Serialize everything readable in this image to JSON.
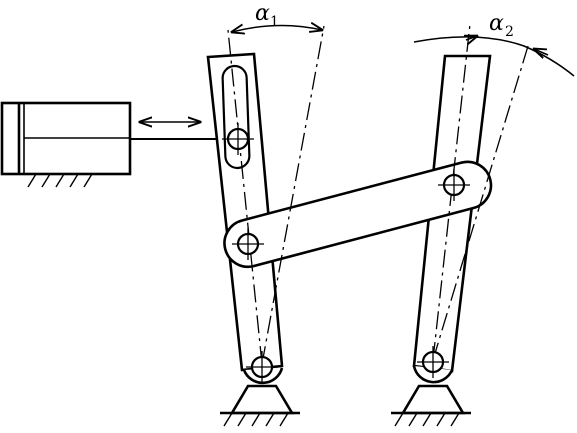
{
  "labels": {
    "alpha1": "α",
    "alpha1_sub": "1",
    "alpha2": "α",
    "alpha2_sub": "2"
  },
  "colors": {
    "stroke": "#000000",
    "background": "#ffffff"
  }
}
